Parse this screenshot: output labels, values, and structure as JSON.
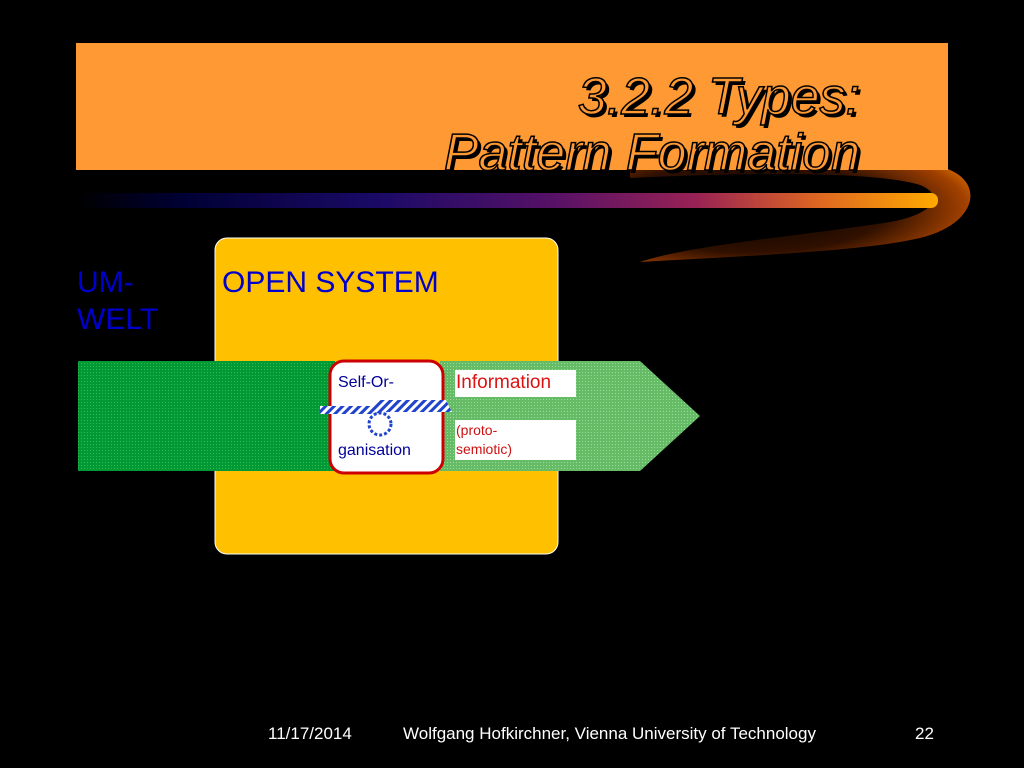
{
  "slide": {
    "title_line1": "3.2.2 Types:",
    "title_line2": "Pattern Formation"
  },
  "diagram": {
    "umwelt_line1": "UM-",
    "umwelt_line2": "WELT",
    "open_system": "OPEN SYSTEM",
    "selforg_line1": "Self-Or-",
    "selforg_line2": "ganisation",
    "information": "Information",
    "proto_line1": "(proto-",
    "proto_line2": "semiotic)"
  },
  "footer": {
    "date": "11/17/2014",
    "author": "Wolfgang Hofkirchner, Vienna University of Technology",
    "page": "22"
  },
  "colors": {
    "title_orange": "#FF9933",
    "open_system_yellow": "#FFC000",
    "umwelt_green": "#009933",
    "arrow_light_green": "#66BB66",
    "label_blue": "#0000CC",
    "selforg_border_red": "#CC0000",
    "info_red": "#DD1111"
  }
}
